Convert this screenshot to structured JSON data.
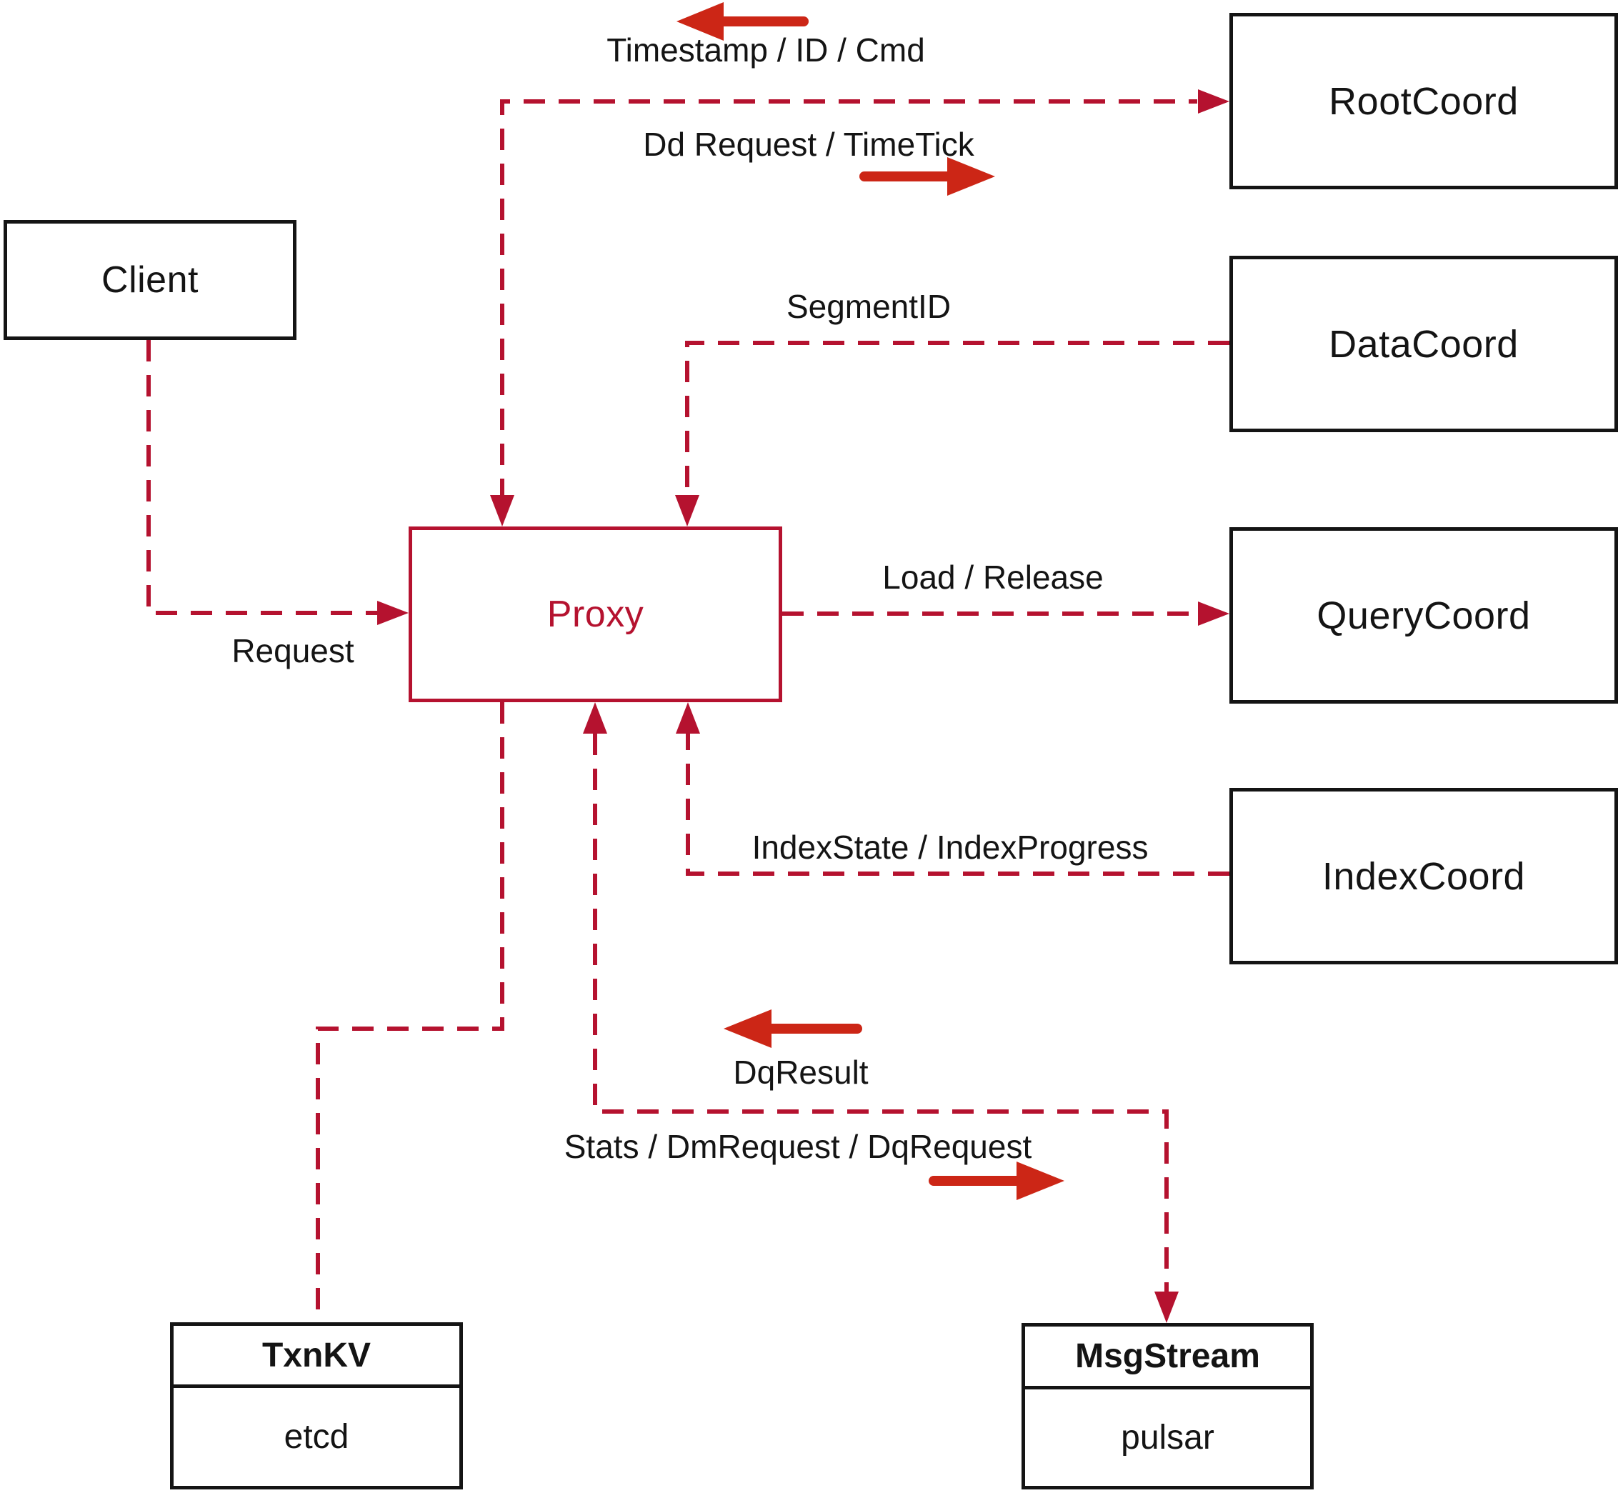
{
  "colors": {
    "line-red": "#b5122f",
    "arrow-red": "#cc2616",
    "ink": "#141414",
    "bg": "#ffffff"
  },
  "nodes": {
    "client": {
      "label": "Client"
    },
    "proxy": {
      "label": "Proxy"
    },
    "root_coord": {
      "label": "RootCoord"
    },
    "data_coord": {
      "label": "DataCoord"
    },
    "query_coord": {
      "label": "QueryCoord"
    },
    "index_coord": {
      "label": "IndexCoord"
    },
    "txn_kv": {
      "title": "TxnKV",
      "impl": "etcd"
    },
    "msg_stream": {
      "title": "MsgStream",
      "impl": "pulsar"
    }
  },
  "edge_labels": {
    "timestamp_id_cmd": "Timestamp / ID / Cmd",
    "dd_request_timetick": "Dd Request / TimeTick",
    "segment_id": "SegmentID",
    "load_release": "Load / Release",
    "index_state_progress": "IndexState / IndexProgress",
    "request": "Request",
    "dq_result": "DqResult",
    "stats_dm_dq": "Stats / DmRequest / DqRequest"
  }
}
